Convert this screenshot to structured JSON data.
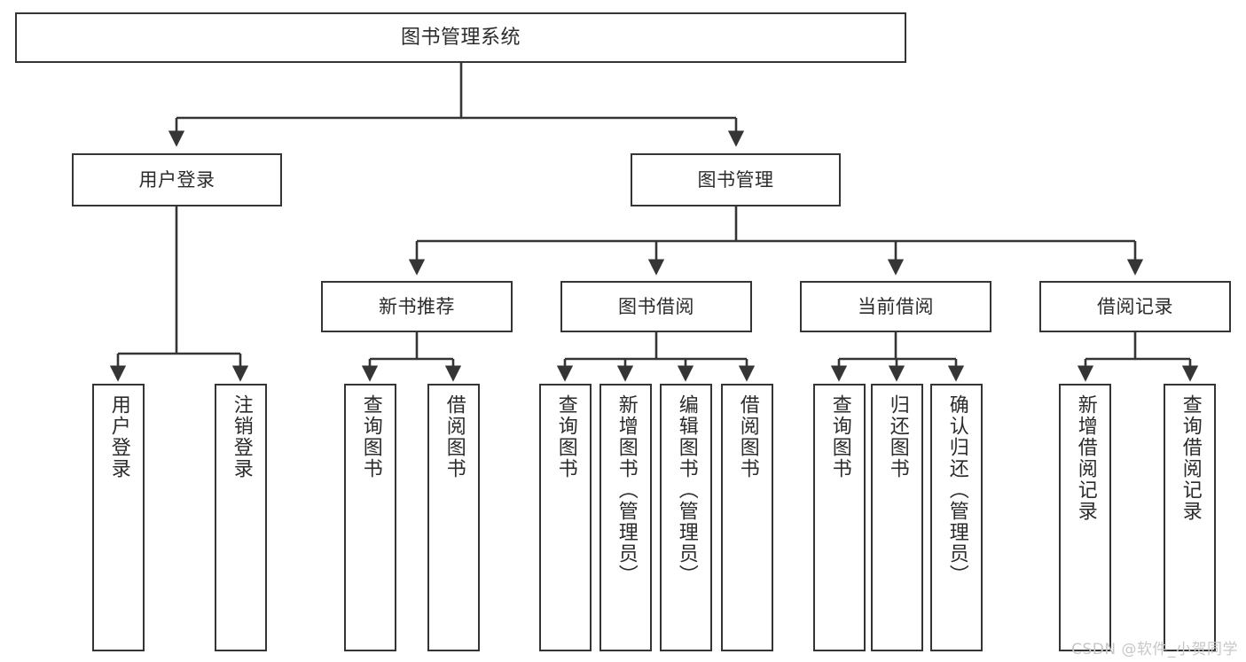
{
  "diagram": {
    "title": "图书管理系统",
    "type": "tree-hierarchy",
    "background": "#ffffff",
    "line_color": "#353535",
    "text_color": "#2b2b2b"
  },
  "root": {
    "label": "图书管理系统"
  },
  "level2": [
    {
      "label": "用户登录"
    },
    {
      "label": "图书管理"
    }
  ],
  "level3": [
    {
      "label": "新书推荐"
    },
    {
      "label": "图书借阅"
    },
    {
      "label": "当前借阅"
    },
    {
      "label": "借阅记录"
    }
  ],
  "leaves": {
    "user_login": [
      {
        "label": "用户登录"
      },
      {
        "label": "注销登录"
      }
    ],
    "new_book": [
      {
        "label": "查询图书"
      },
      {
        "label": "借阅图书"
      }
    ],
    "book_borrow": [
      {
        "label": "查询图书"
      },
      {
        "label": "新增图书（管理员）"
      },
      {
        "label": "编辑图书（管理员）"
      },
      {
        "label": "借阅图书"
      }
    ],
    "current_borrow": [
      {
        "label": "查询图书"
      },
      {
        "label": "归还图书"
      },
      {
        "label": "确认归还（管理员）"
      }
    ],
    "borrow_record": [
      {
        "label": "新增借阅记录"
      },
      {
        "label": "查询借阅记录"
      }
    ]
  },
  "watermark": {
    "text": "CSDN @软件_小贺同学"
  }
}
